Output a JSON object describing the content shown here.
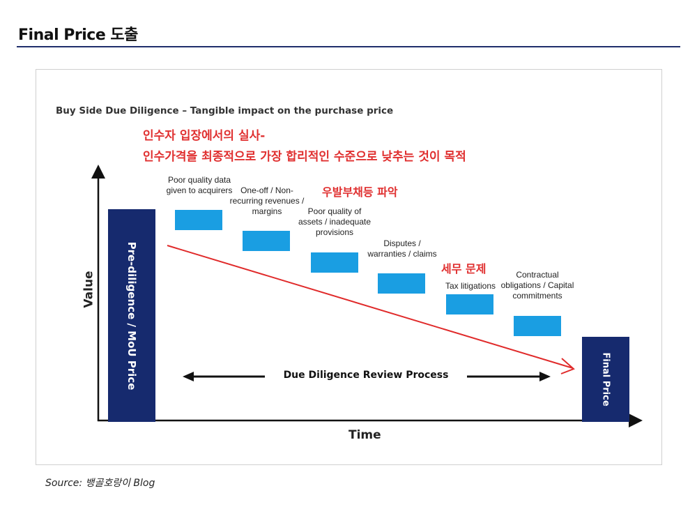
{
  "page": {
    "title": "Final Price 도출",
    "source": "Source: 뱅골호랑이 Blog"
  },
  "diagram": {
    "heading": "Buy Side Due Diligence – Tangible impact on the purchase price",
    "korean_note_line1": "인수자 입장에서의 실사-",
    "korean_note_line2": "인수가격을 최종적으로 가장 합리적인 수준으로 낮추는 것이 목적",
    "korean_note_contingent": "우발부채등 파악",
    "korean_note_tax": "세무 문제",
    "left_bar_label": "Pre-diligence / MoU Price",
    "right_bar_label": "Final Price",
    "y_axis_label": "Value",
    "x_axis_label": "Time",
    "process_label": "Due Diligence Review Process",
    "factors": [
      "Poor quality data given to acquirers",
      "One-off / Non-recurring revenues / margins",
      "Poor quality of assets / inadequate provisions",
      "Disputes / warranties / claims",
      "Tax litigations",
      "Contractual obligations / Capital commitments"
    ],
    "colors": {
      "bar": "#162a6e",
      "factor_box": "#1a9ee2",
      "trend_arrow": "#e02a2a",
      "korean_note": "#e03030"
    }
  }
}
